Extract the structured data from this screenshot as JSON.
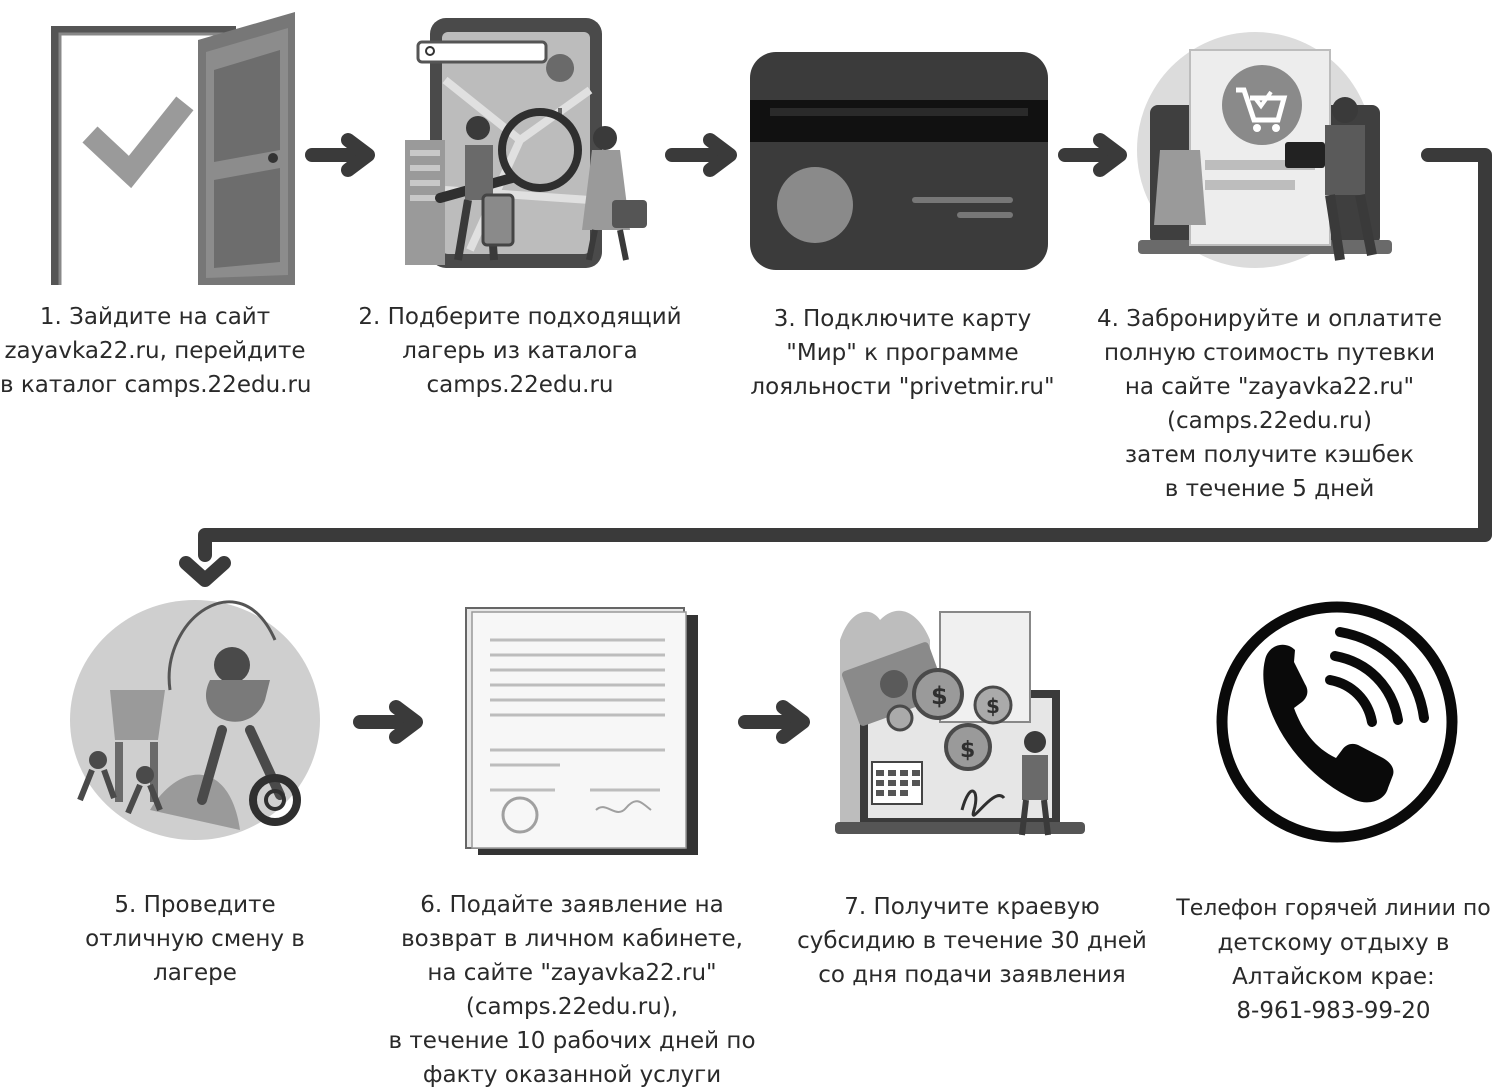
{
  "steps": [
    {
      "lines": [
        "1. Зайдите на сайт",
        "zayavka22.ru, перейдите",
        "в каталог camps.22edu.ru"
      ]
    },
    {
      "lines": [
        "2. Подберите подходящий",
        "лагерь из каталога",
        "camps.22edu.ru"
      ]
    },
    {
      "lines": [
        "3.  Подключите карту",
        "\"Мир\" к программе",
        "лояльности \"privetmir.ru\""
      ]
    },
    {
      "lines": [
        "4. Забронируйте и оплатите",
        "полную стоимость путевки",
        "на сайте \"zayavka22.ru\"",
        "(camps.22edu.ru)",
        "затем получите  кэшбек",
        "в течение 5 дней"
      ]
    },
    {
      "lines": [
        "5. Проведите",
        "отличную смену в",
        "лагере"
      ]
    },
    {
      "lines": [
        "6. Подайте заявление на",
        "возврат в личном кабинете,",
        "на сайте \"zayavka22.ru\"",
        "(camps.22edu.ru),",
        "в течение 10 рабочих дней по",
        "факту оказанной услуги"
      ]
    },
    {
      "lines": [
        "7. Получите краевую",
        "субсидию в течение 30 дней",
        "со дня подачи заявления"
      ]
    }
  ],
  "hotline": {
    "lines": [
      "Телефон горячей линии по",
      "детскому отдыху в",
      "Алтайском крае:",
      "8-961-983-99-20"
    ]
  },
  "icons": [
    "door-check-icon",
    "map-search-icon",
    "bank-card-icon",
    "online-cart-icon",
    "kids-camp-icon",
    "document-icon",
    "money-subsidy-icon",
    "phone-icon"
  ],
  "colors": {
    "dark": "#3a3a3a",
    "mid": "#8a8a8a",
    "light": "#cfcfcf"
  }
}
